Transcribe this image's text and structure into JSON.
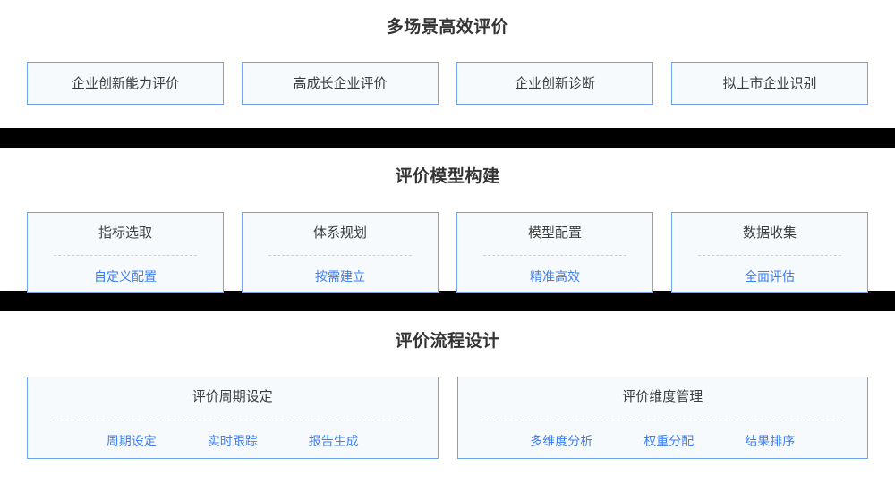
{
  "colors": {
    "card_border": "#6fa3ec",
    "card_background": "#f7fafd",
    "accent_blue": "#3d7ef2",
    "title_text": "#333333",
    "divider_bar": "#000000",
    "dashed_rule": "#bfd4ef",
    "page_background": "#ffffff"
  },
  "sections": [
    {
      "id": "scenarios",
      "title": "多场景高效评价",
      "cards": [
        {
          "label": "企业创新能力评价"
        },
        {
          "label": "高成长企业评价"
        },
        {
          "label": "企业创新诊断"
        },
        {
          "label": "拟上市企业识别"
        }
      ]
    },
    {
      "id": "model",
      "title": "评价模型构建",
      "cards": [
        {
          "label": "指标选取",
          "sub": "自定义配置"
        },
        {
          "label": "体系规划",
          "sub": "按需建立"
        },
        {
          "label": "模型配置",
          "sub": "精准高效"
        },
        {
          "label": "数据收集",
          "sub": "全面评估"
        }
      ]
    },
    {
      "id": "process",
      "title": "评价流程设计",
      "cards": [
        {
          "label": "评价周期设定",
          "tags": [
            "周期设定",
            "实时跟踪",
            "报告生成"
          ]
        },
        {
          "label": "评价维度管理",
          "tags": [
            "多维度分析",
            "权重分配",
            "结果排序"
          ]
        }
      ]
    }
  ]
}
